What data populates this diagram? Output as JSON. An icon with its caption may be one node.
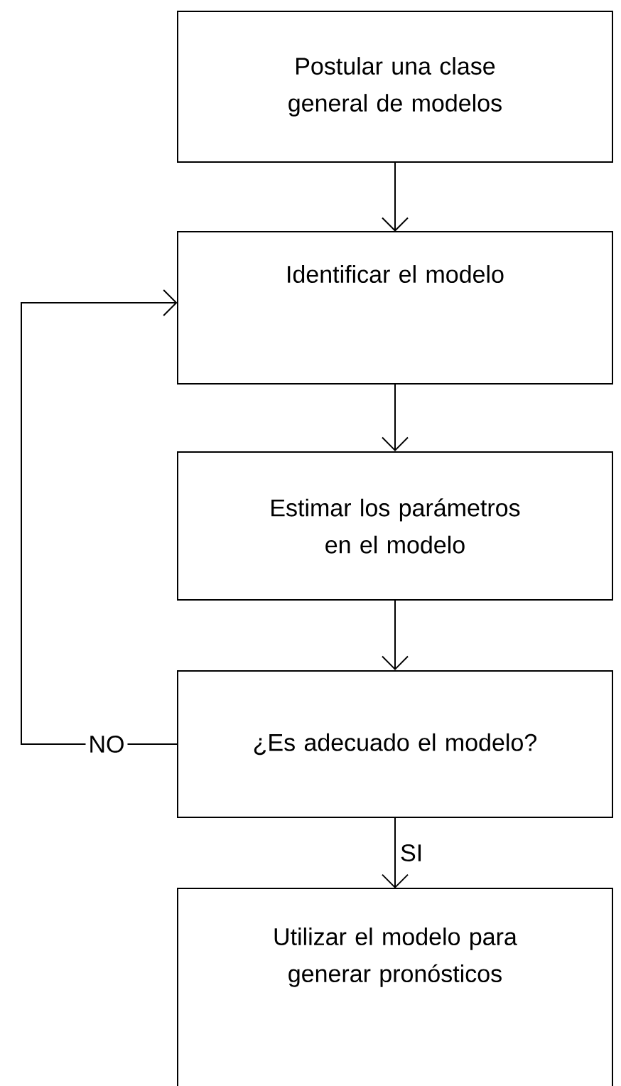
{
  "diagram": {
    "nodes": [
      {
        "text": [
          "Postular una clase general de modelos"
        ]
      },
      {
        "text": [
          "Identificar el modelo"
        ]
      },
      {
        "text": [
          "Estimar los parámetros en el modelo"
        ]
      },
      {
        "text": [
          "¿Es adecuado el modelo?"
        ]
      },
      {
        "text": [
          "Utilizar el modelo para generar pronósticos"
        ]
      }
    ],
    "edges": [
      {
        "from": 0,
        "to": 1,
        "arrow": "to"
      },
      {
        "from": 1,
        "to": 2,
        "arrow": "to"
      },
      {
        "from": 2,
        "to": 3,
        "arrow": "to"
      },
      {
        "from": 3,
        "to": 1,
        "arrow": "to",
        "label": "NO"
      },
      {
        "from": 3,
        "to": 4,
        "arrow": "to",
        "label": "SI"
      }
    ]
  }
}
